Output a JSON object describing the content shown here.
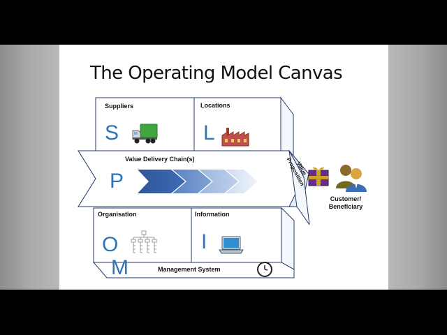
{
  "slide": {
    "title": "The Operating Model Canvas"
  },
  "canvas": {
    "suppliers": {
      "label": "Suppliers",
      "letter": "S",
      "icon": "truck-icon"
    },
    "locations": {
      "label": "Locations",
      "letter": "L",
      "icon": "factory-icon"
    },
    "value_delivery": {
      "label": "Value Delivery Chain(s)",
      "letter": "P",
      "icon": "chevron-arrows"
    },
    "value_proposition": {
      "label_line1": "Value",
      "label_line2": "Proposition",
      "icon": "gift-icon"
    },
    "customer": {
      "label_line1": "Customer/",
      "label_line2": "Beneficiary",
      "icon": "people-icon"
    },
    "organisation": {
      "label": "Organisation",
      "letter": "O",
      "icon": "org-chart-icon"
    },
    "information": {
      "label": "Information",
      "letter": "I",
      "icon": "laptop-icon"
    },
    "management": {
      "label": "Management System",
      "letter": "M",
      "icon": "clock-icon"
    }
  },
  "colors": {
    "accent_blue": "#2e75b6",
    "frame_blue": "#1f3864",
    "chevron_dark": "#2f5597",
    "chevron_light": "#dce6f2"
  }
}
